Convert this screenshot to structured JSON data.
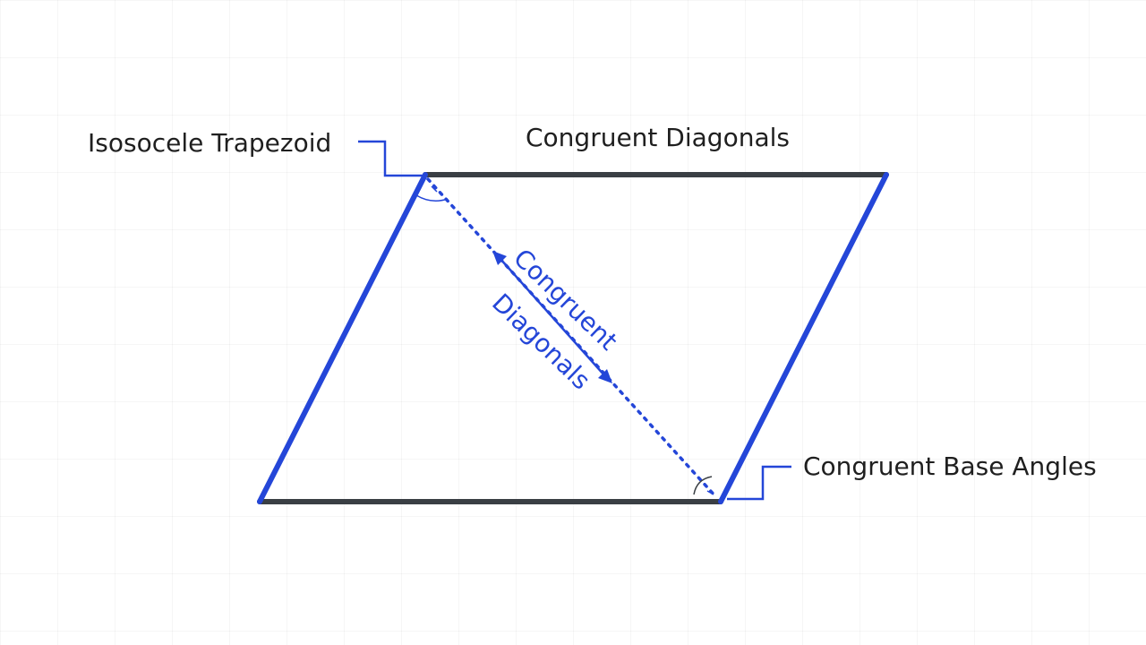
{
  "labels": {
    "shape_name": "Isosocele Trapezoid",
    "top_title": "Congruent Diagonals",
    "angle_label": "Congruent Base Angles",
    "diagonal_label_line1": "Congruent",
    "diagonal_label_line2": "Diagonals"
  },
  "colors": {
    "accent": "#2446d8",
    "edge": "#3a3f44",
    "text": "#1f1f1f"
  }
}
